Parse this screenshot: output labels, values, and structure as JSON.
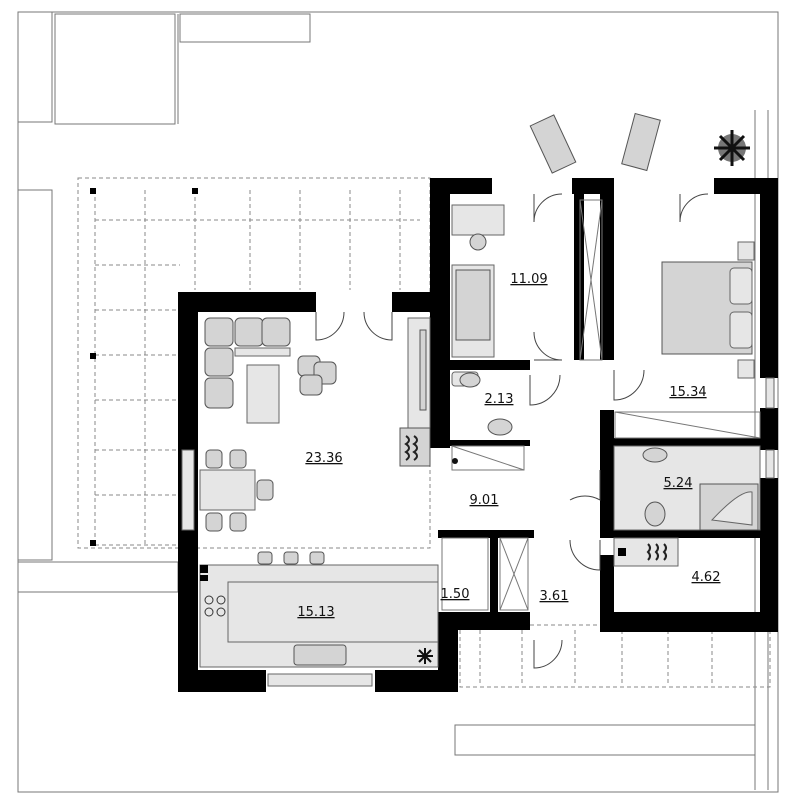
{
  "rooms": [
    {
      "id": "living",
      "area": "23.36"
    },
    {
      "id": "kitchen",
      "area": "15.13"
    },
    {
      "id": "hall",
      "area": "9.01"
    },
    {
      "id": "pantry",
      "area": "1.50"
    },
    {
      "id": "vestibule",
      "area": "3.61"
    },
    {
      "id": "bedroom1",
      "area": "11.09"
    },
    {
      "id": "bedroom2",
      "area": "15.34"
    },
    {
      "id": "wc",
      "area": "2.13"
    },
    {
      "id": "bathroom",
      "area": "5.24"
    },
    {
      "id": "boiler",
      "area": "4.62"
    }
  ],
  "icons": {
    "fireplace": "fireplace-icon",
    "fridge": "snowflake-icon",
    "heater": "heater-icon",
    "plant": "plant-icon",
    "loungers": "sun-lounger-icon"
  },
  "colors": {
    "wall": "#000000",
    "furniture": "#d4d4d4",
    "floor": "#ffffff"
  }
}
